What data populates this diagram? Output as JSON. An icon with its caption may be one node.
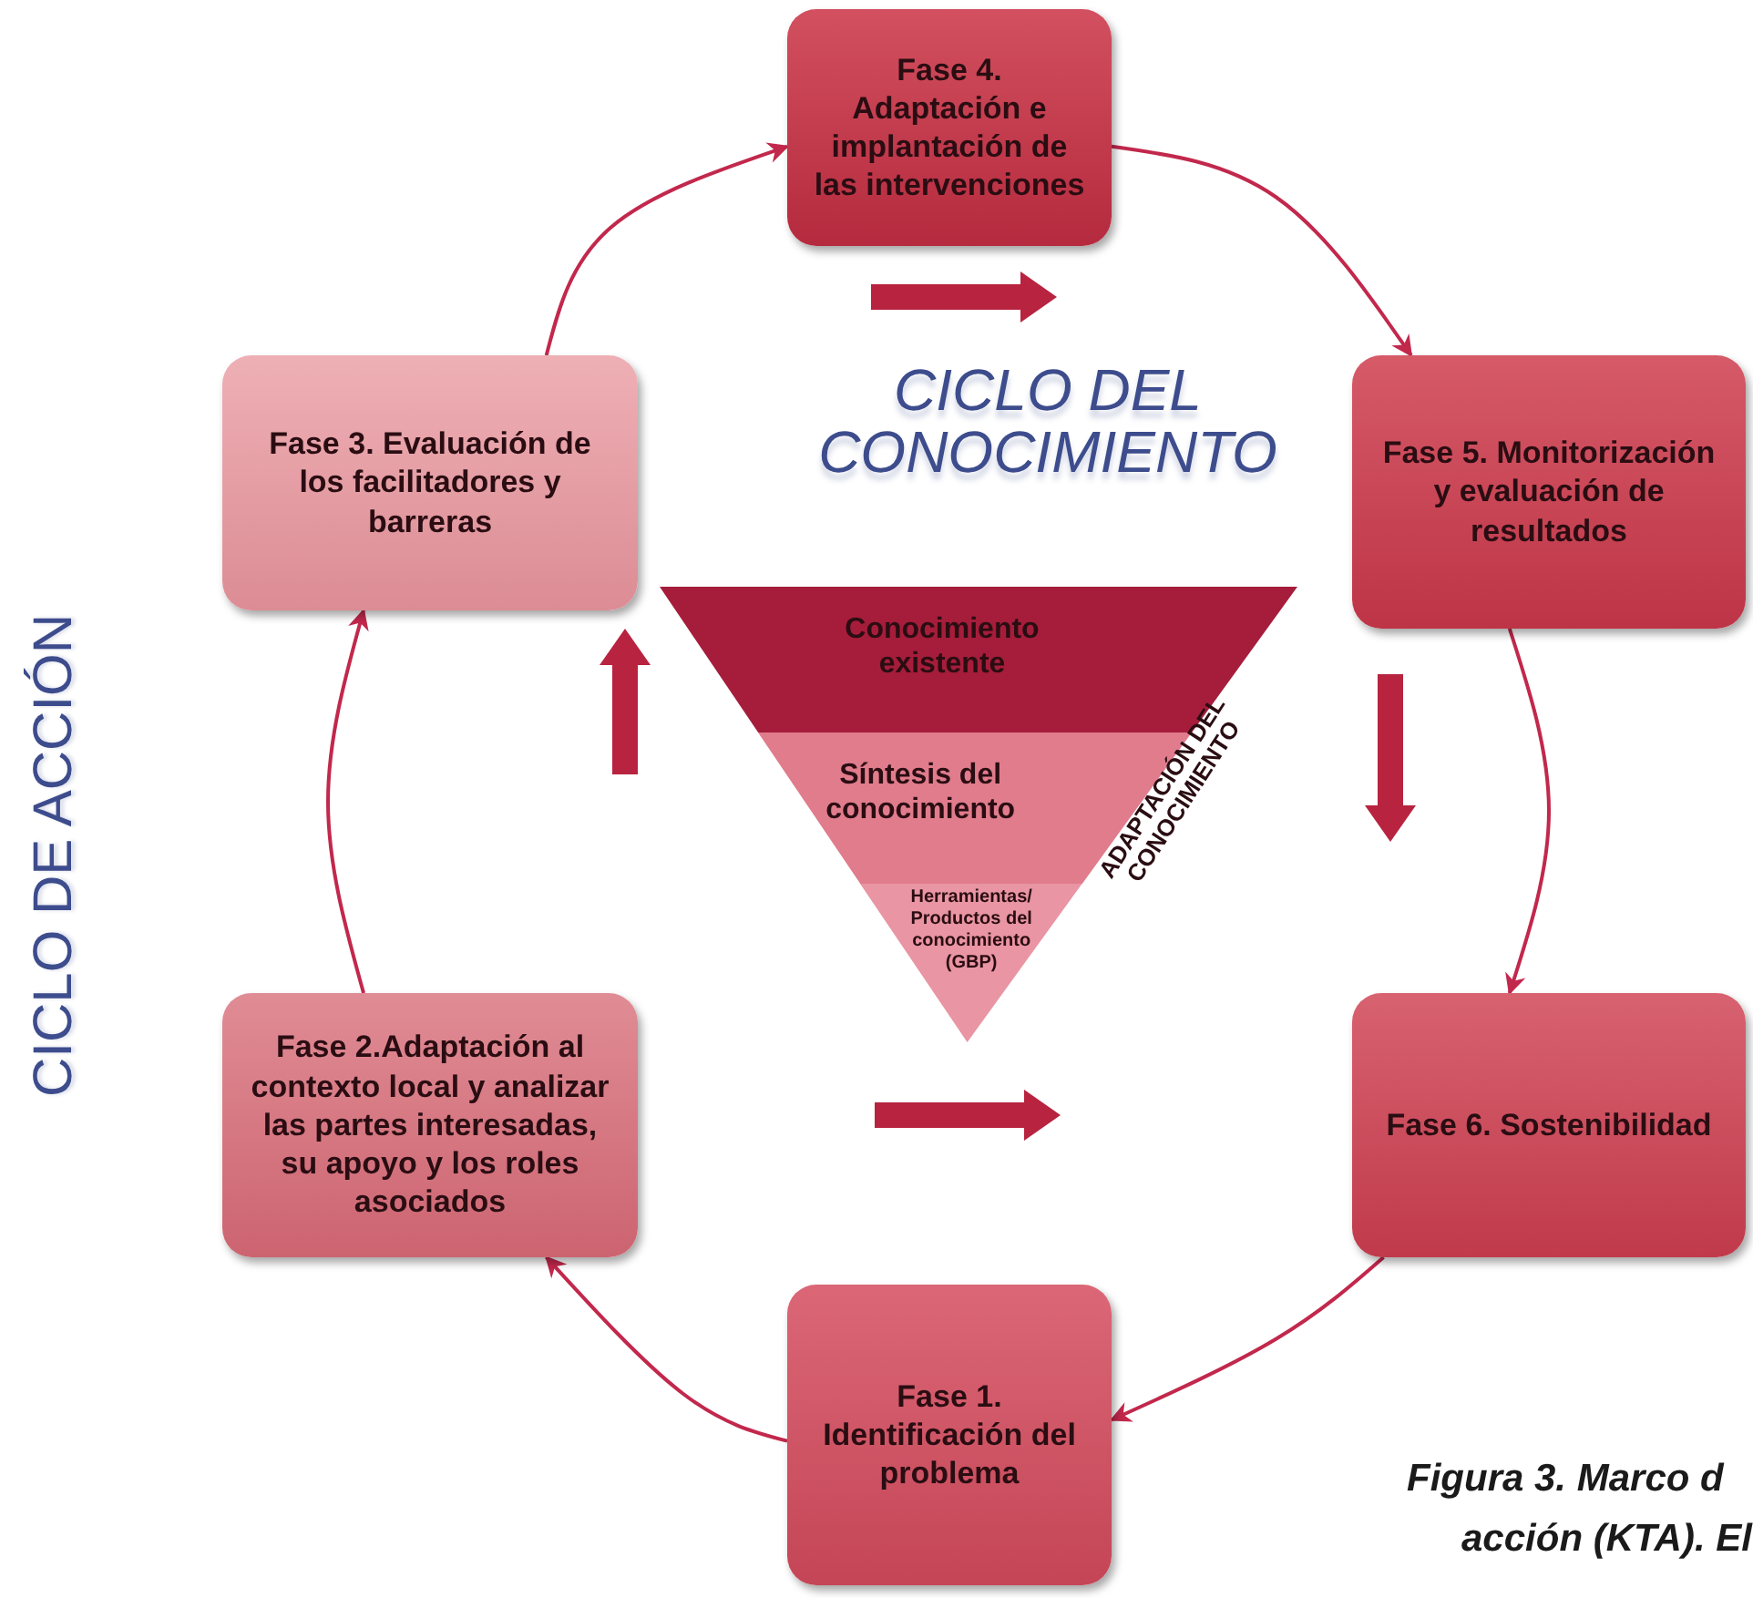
{
  "diagram": {
    "nodes": [
      {
        "text": [
          "Fase 4. Adaptación e implantación de las intervenciones"
        ]
      },
      {
        "text": [
          "Fase 5. Monitorización y evaluación de resultados"
        ]
      },
      {
        "text": [
          "Fase 6. Sostenibilidad"
        ]
      },
      {
        "text": [
          "Fase 1. Identificación del problema"
        ]
      },
      {
        "text": [
          "Fase 2.Adaptación al contexto local y analizar las partes interesadas, su apoyo y los roles asociados"
        ]
      },
      {
        "text": [
          "Fase 3. Evaluación de los facilitadores y barreras"
        ]
      },
      {
        "text": [
          "Conocimiento existente"
        ]
      },
      {
        "text": [
          "Síntesis del conocimiento"
        ]
      },
      {
        "text": [
          "Herramientas/ Productos del conocimiento (GBP)"
        ]
      }
    ],
    "edges": [
      {
        "from": 5,
        "to": 0,
        "arrow": "to"
      },
      {
        "from": 0,
        "to": 1,
        "arrow": "to"
      },
      {
        "from": 1,
        "to": 2,
        "arrow": "to"
      },
      {
        "from": 2,
        "to": 3,
        "arrow": "to"
      },
      {
        "from": 3,
        "to": 4,
        "arrow": "to"
      },
      {
        "from": 4,
        "to": 5,
        "arrow": "to"
      }
    ],
    "labels": [
      "CICLO DEL CONOCIMIENTO",
      "CICLO DE ACCIÓN",
      "ADAPTACIÓN DEL CONOCIMIENTO",
      "Figura 3. Marco d",
      "acción (KTA). El"
    ]
  }
}
